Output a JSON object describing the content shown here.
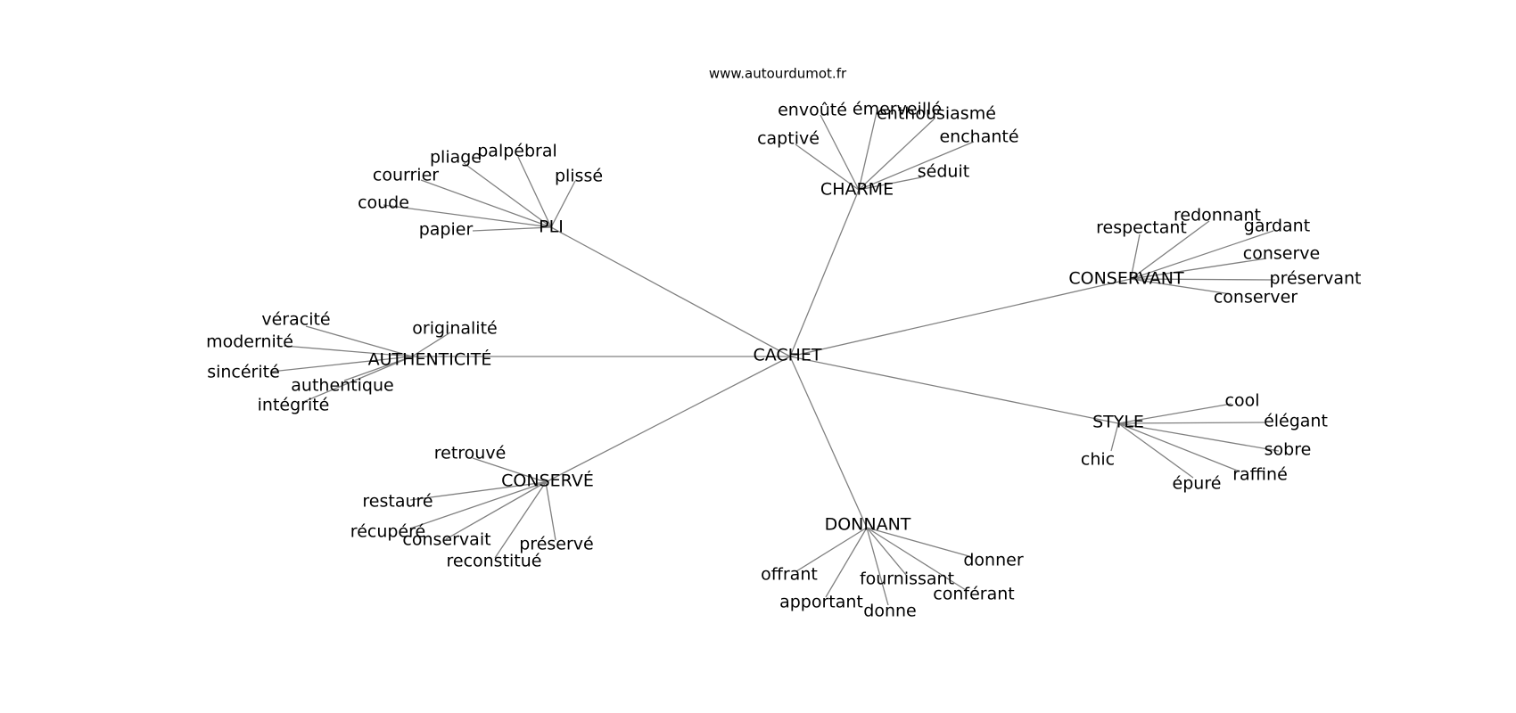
{
  "source": "www.autourdumot.fr",
  "graph": {
    "center": "CACHET",
    "clusters": [
      {
        "id": "pli",
        "label": "PLI",
        "words": [
          "papier",
          "coude",
          "courrier",
          "pliage",
          "palpébral",
          "plissé"
        ]
      },
      {
        "id": "charme",
        "label": "CHARME",
        "words": [
          "captivé",
          "envoûté",
          "émerveillé",
          "enthousiasmé",
          "enchanté",
          "séduit"
        ]
      },
      {
        "id": "conservant",
        "label": "CONSERVANT",
        "words": [
          "respectant",
          "redonnant",
          "gardant",
          "conserve",
          "préservant",
          "conserver"
        ]
      },
      {
        "id": "authenticite",
        "label": "AUTHENTICITÉ",
        "words": [
          "originalité",
          "véracité",
          "modernité",
          "sincérité",
          "authentique",
          "intégrité"
        ]
      },
      {
        "id": "style",
        "label": "STYLE",
        "words": [
          "cool",
          "élégant",
          "sobre",
          "raffiné",
          "épuré",
          "chic"
        ]
      },
      {
        "id": "conserve",
        "label": "CONSERVÉ",
        "words": [
          "retrouvé",
          "restauré",
          "récupéré",
          "conservait",
          "reconstitué",
          "préservé"
        ]
      },
      {
        "id": "donnant",
        "label": "DONNANT",
        "words": [
          "offrant",
          "apportant",
          "donne",
          "fournissant",
          "conférant",
          "donner"
        ]
      }
    ]
  }
}
